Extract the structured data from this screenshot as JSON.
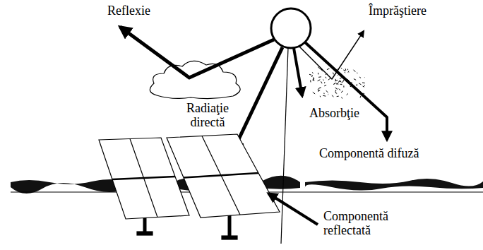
{
  "diagram": {
    "labels": [
      "Reflexie",
      "Împrăştiere",
      "Radiaţie directă",
      "Absorbţie",
      "Componentă difuză",
      "Componentă reflectată"
    ]
  }
}
